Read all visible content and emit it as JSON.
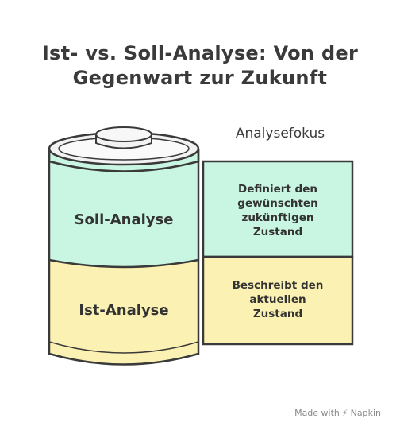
{
  "title": {
    "line1": "Ist- vs. Soll-Analyse: Von der",
    "line2": "Gegenwart zur Zukunft"
  },
  "focus_label": "Analysefokus",
  "battery": {
    "top_section": "Soll-Analyse",
    "bottom_section": "Ist-Analyse"
  },
  "boxes": {
    "top": {
      "line1": "Definiert den",
      "line2": "gewünschten",
      "line3": "zukünftigen",
      "line4": "Zustand"
    },
    "bottom": {
      "line1": "Beschreibt den",
      "line2": "aktuellen",
      "line3": "Zustand"
    }
  },
  "footer": {
    "made_with": "Made with",
    "brand": "Napkin",
    "icon": "napkin-icon"
  },
  "colors": {
    "mint": "#c9f5e3",
    "yellow": "#fbf1b3",
    "outline": "#3a3a3a",
    "cap": "#f2f2f2"
  }
}
